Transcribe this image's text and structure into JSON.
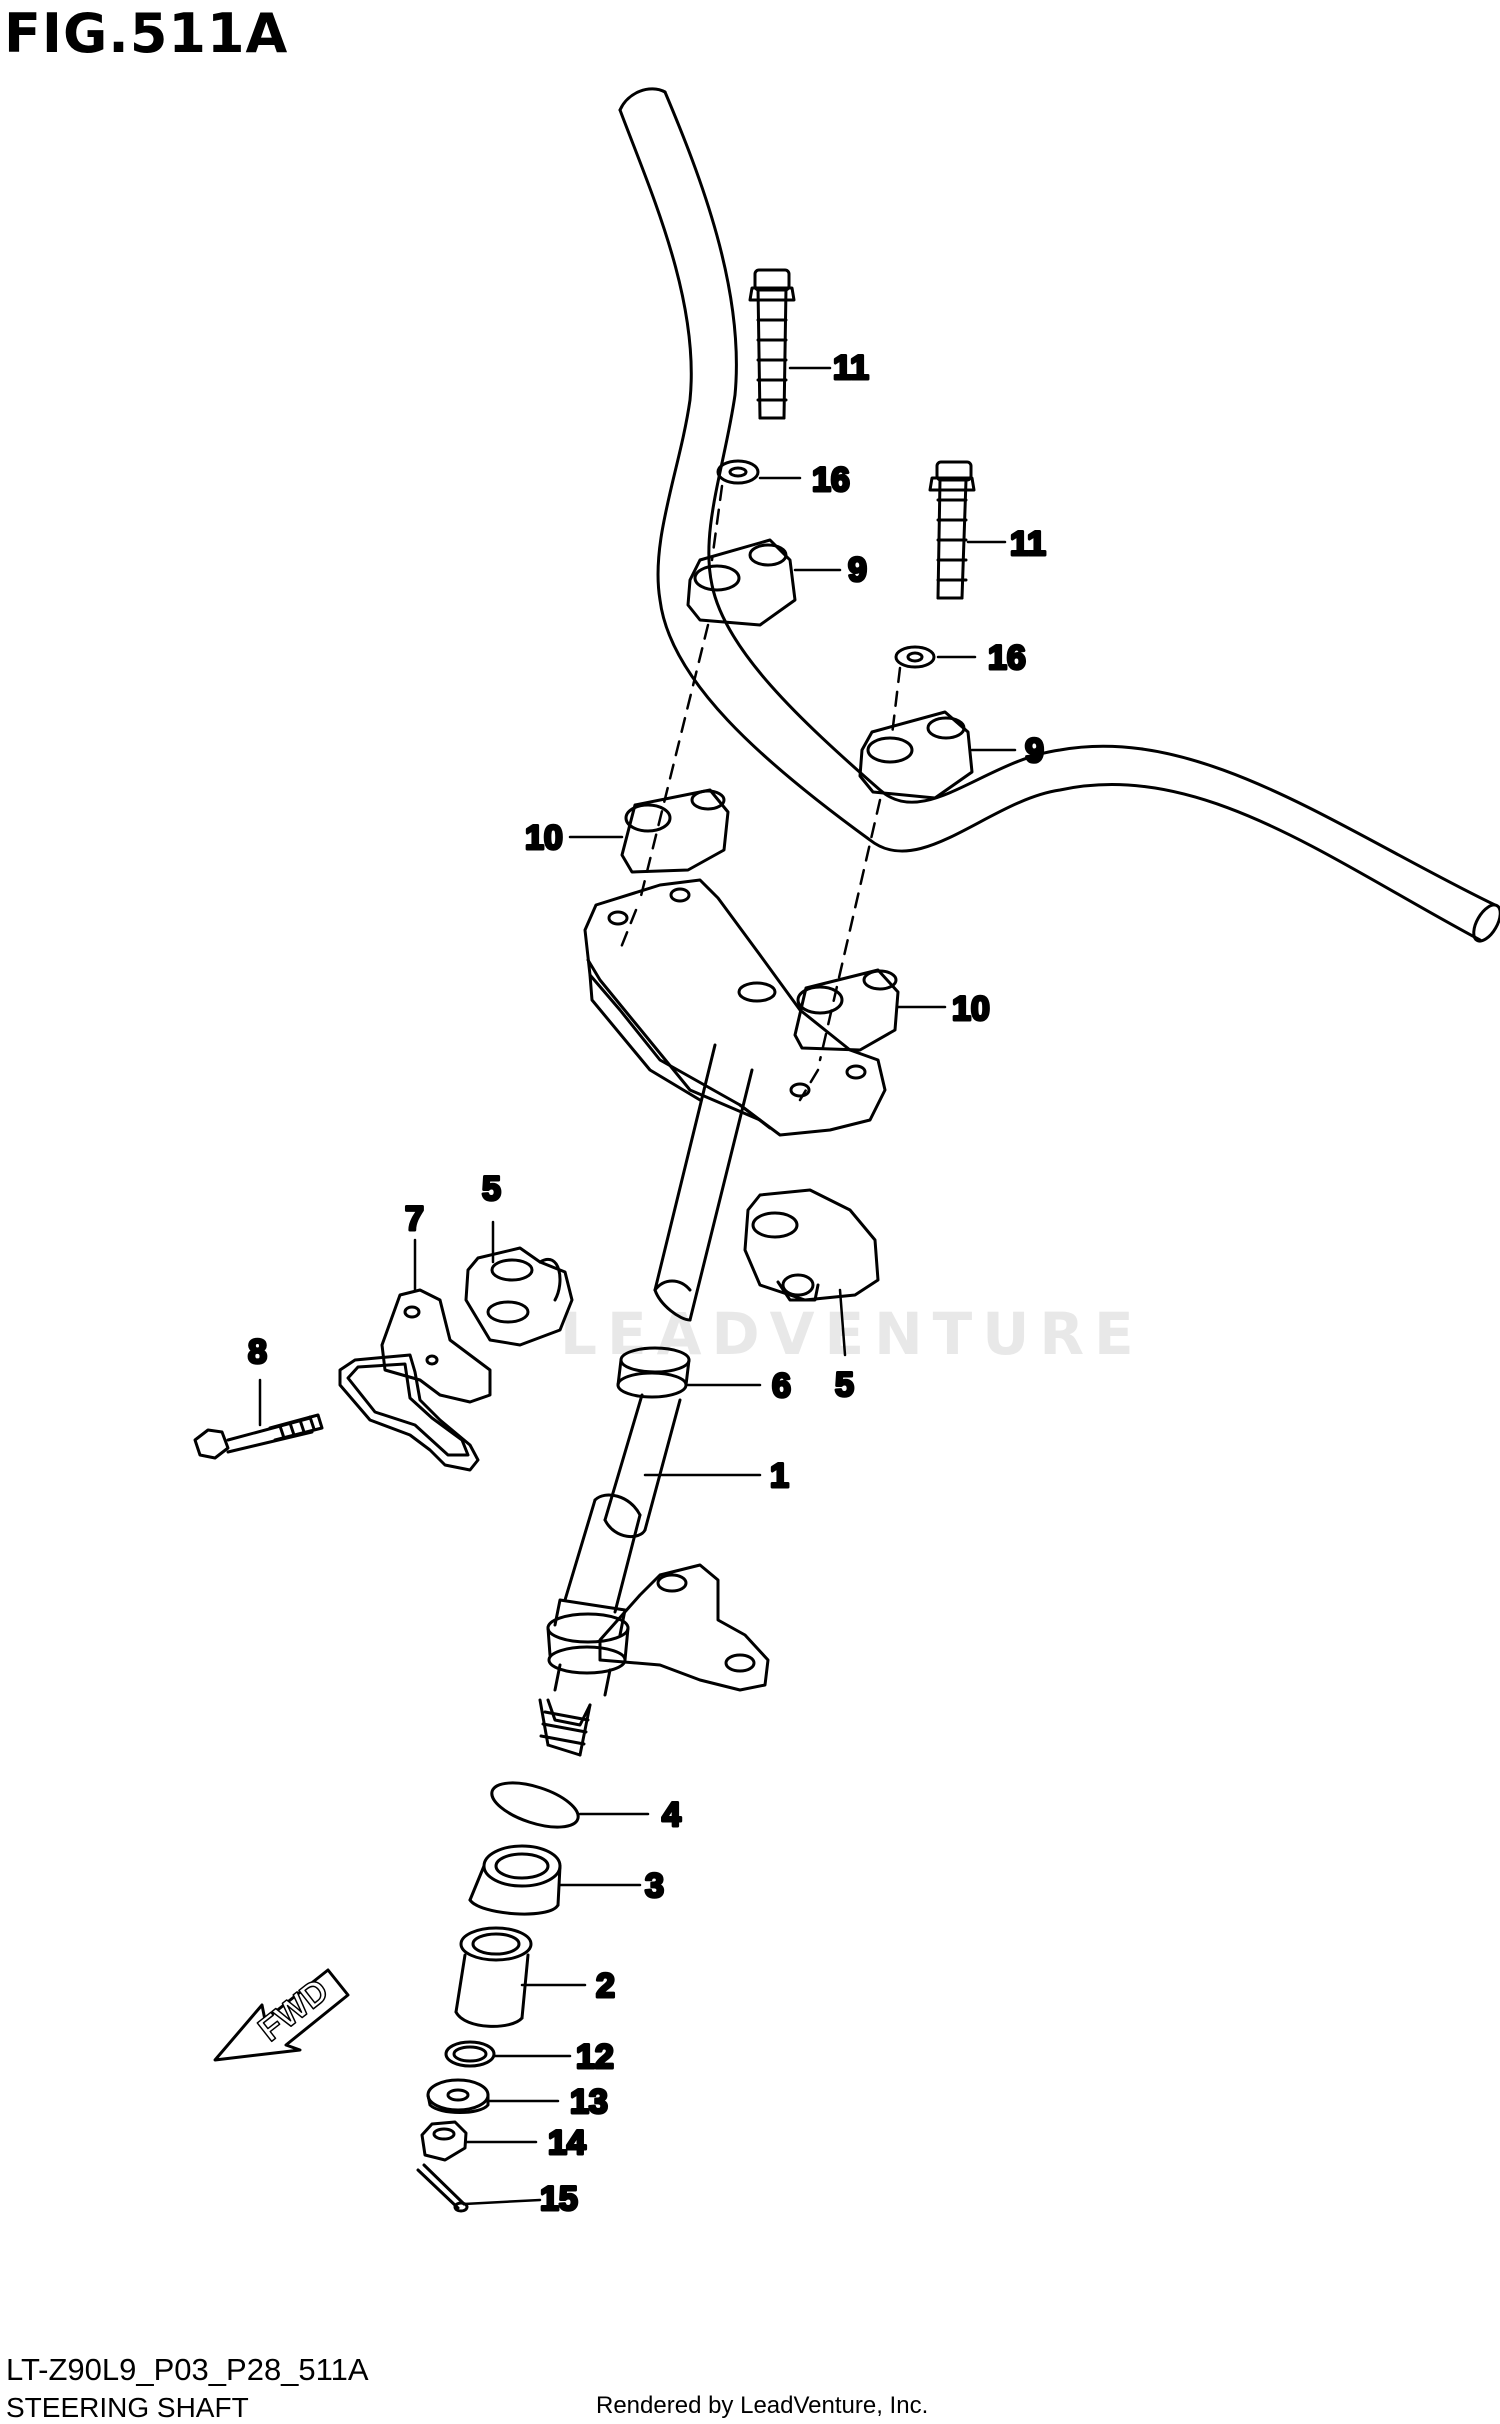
{
  "figure": {
    "title": "FIG.511A",
    "code": "LT-Z90L9_P03_P28_511A",
    "description": "STEERING SHAFT",
    "render_credit": "Rendered by LeadVenture, Inc.",
    "watermark": "LEADVENTURE",
    "fwd_label": "FWD"
  },
  "callouts": [
    {
      "key": "c11a",
      "label": "11"
    },
    {
      "key": "c16a",
      "label": "16"
    },
    {
      "key": "c9a",
      "label": "9"
    },
    {
      "key": "c11b",
      "label": "11"
    },
    {
      "key": "c16b",
      "label": "16"
    },
    {
      "key": "c9b",
      "label": "9"
    },
    {
      "key": "c10a",
      "label": "10"
    },
    {
      "key": "c10b",
      "label": "10"
    },
    {
      "key": "c7",
      "label": "7"
    },
    {
      "key": "c5a",
      "label": "5"
    },
    {
      "key": "c8",
      "label": "8"
    },
    {
      "key": "c6",
      "label": "6"
    },
    {
      "key": "c5b",
      "label": "5"
    },
    {
      "key": "c1",
      "label": "1"
    },
    {
      "key": "c4",
      "label": "4"
    },
    {
      "key": "c3",
      "label": "3"
    },
    {
      "key": "c2",
      "label": "2"
    },
    {
      "key": "c12",
      "label": "12"
    },
    {
      "key": "c13",
      "label": "13"
    },
    {
      "key": "c14",
      "label": "14"
    },
    {
      "key": "c15",
      "label": "15"
    }
  ]
}
